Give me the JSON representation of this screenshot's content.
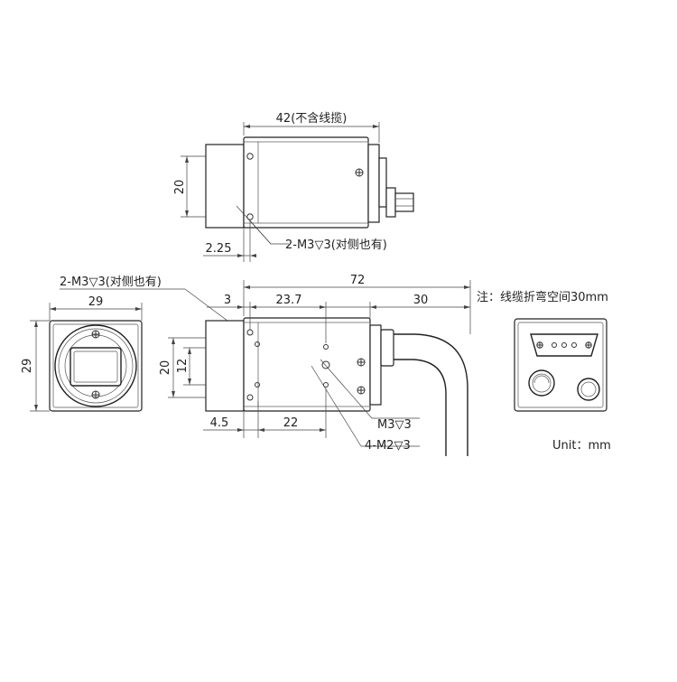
{
  "top_view": {
    "dim_length": "42(不含线揽)",
    "dim_height": "20",
    "dim_offset": "2.25",
    "callout_holes": "2-M3▽3(对侧也有)"
  },
  "front_view": {
    "callout_holes": "2-M3▽3(对侧也有)",
    "dim_width": "29",
    "dim_height": "29"
  },
  "side_view": {
    "dim_total": "72",
    "dim_3": "3",
    "dim_23_7": "23.7",
    "dim_30": "30",
    "dim_20": "20",
    "dim_12": "12",
    "dim_4_5": "4.5",
    "dim_22": "22",
    "callout_m3": "M3▽3",
    "callout_m2": "4-M2▽3"
  },
  "notes": {
    "cable_note": "注：线缆折弯空间30mm",
    "unit": "Unit：mm"
  }
}
